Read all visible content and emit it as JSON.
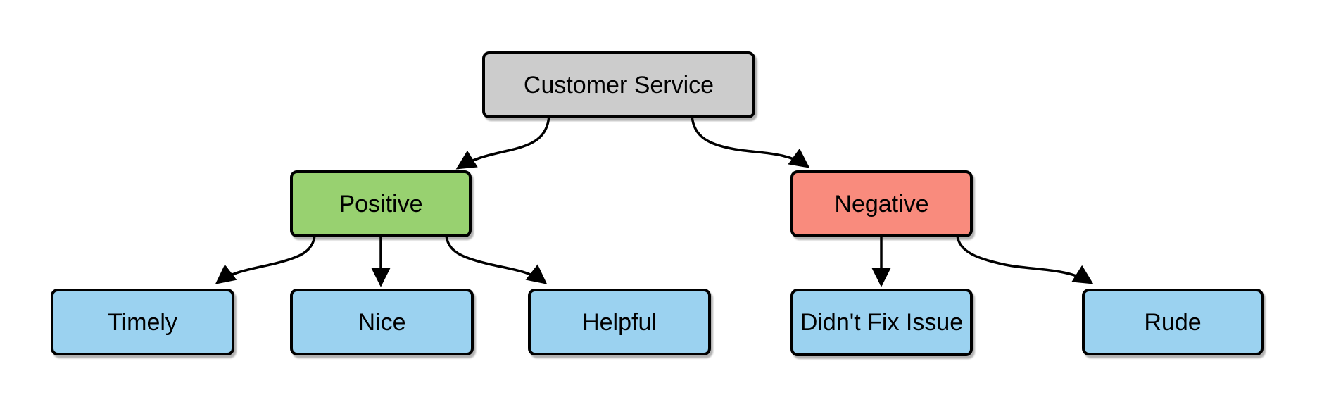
{
  "diagram": {
    "type": "flowchart-tree",
    "background_color": "#ffffff",
    "edge_color": "#000000",
    "text_color": "#000000",
    "node_border_color": "#000000",
    "nodes": [
      {
        "id": "customer-service",
        "label": "Customer Service",
        "fill": "#cccccc",
        "border": "#000000",
        "level": "root"
      },
      {
        "id": "positive",
        "label": "Positive",
        "fill": "#98d170",
        "border": "#000000",
        "level": "branch"
      },
      {
        "id": "negative",
        "label": "Negative",
        "fill": "#f98b7d",
        "border": "#000000",
        "level": "branch"
      },
      {
        "id": "timely",
        "label": "Timely",
        "fill": "#9bd2f0",
        "border": "#000000",
        "level": "leaf"
      },
      {
        "id": "nice",
        "label": "Nice",
        "fill": "#9bd2f0",
        "border": "#000000",
        "level": "leaf"
      },
      {
        "id": "helpful",
        "label": "Helpful",
        "fill": "#9bd2f0",
        "border": "#000000",
        "level": "leaf"
      },
      {
        "id": "didnt-fix-issue",
        "label": "Didn't Fix Issue",
        "fill": "#9bd2f0",
        "border": "#000000",
        "level": "leaf"
      },
      {
        "id": "rude",
        "label": "Rude",
        "fill": "#9bd2f0",
        "border": "#000000",
        "level": "leaf"
      }
    ],
    "edges": [
      {
        "from": "customer-service",
        "to": "positive"
      },
      {
        "from": "customer-service",
        "to": "negative"
      },
      {
        "from": "positive",
        "to": "timely"
      },
      {
        "from": "positive",
        "to": "nice"
      },
      {
        "from": "positive",
        "to": "helpful"
      },
      {
        "from": "negative",
        "to": "didnt-fix-issue"
      },
      {
        "from": "negative",
        "to": "rude"
      }
    ]
  }
}
